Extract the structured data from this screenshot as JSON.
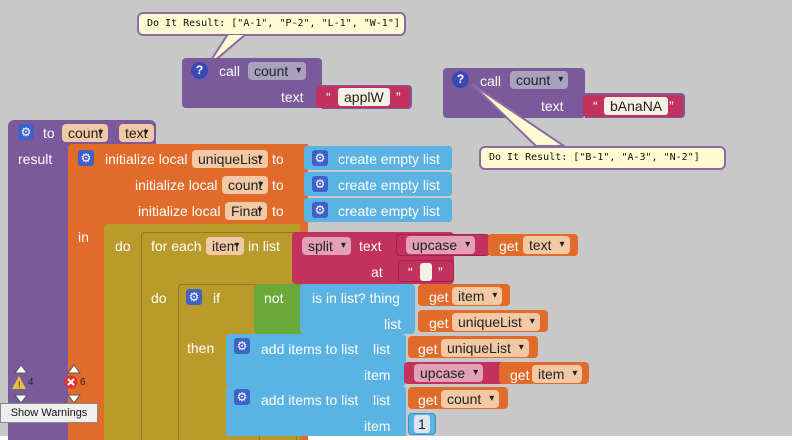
{
  "bubbles": {
    "top": "Do It Result: [\"A-1\", \"P-2\", \"L-1\", \"W-1\"]",
    "right": "Do It Result: [\"B-1\", \"A-3\", \"N-2\"]"
  },
  "call1": {
    "call_label": "call",
    "proc": "count",
    "text_label": "text",
    "value": "applW"
  },
  "call2": {
    "call_label": "call",
    "proc": "count",
    "text_label": "text",
    "value": "bAnaNA"
  },
  "proc": {
    "to_label": "to",
    "name": "count",
    "param": "text",
    "result_label": "result",
    "init_label": "initialize local",
    "to_kw": "to",
    "locals": [
      "uniqueList",
      "count",
      "Final"
    ],
    "create_empty_list": "create empty list",
    "in_label": "in",
    "do_label": "do"
  },
  "foreach": {
    "label": "for each",
    "var": "item",
    "in_list": "in list",
    "split": "split",
    "text_label": "text",
    "at_label": "at",
    "upcase": "upcase",
    "get": "get",
    "get_var": "text",
    "sep": " ",
    "do_label": "do"
  },
  "ifblock": {
    "if_label": "if",
    "not_label": "not",
    "is_in_list": "is in list? thing",
    "list_label": "list",
    "get_item": "item",
    "get_list": "uniqueList",
    "then_label": "then"
  },
  "add1": {
    "label": "add items to list",
    "list_label": "list",
    "list_var": "uniqueList",
    "item_label": "item",
    "upcase": "upcase",
    "item_var": "item"
  },
  "add2": {
    "label": "add items to list",
    "list_label": "list",
    "list_var": "count",
    "item_label": "item",
    "item_value": "1"
  },
  "warnings": {
    "warn_count": "4",
    "error_count": "6",
    "button": "Show Warnings"
  },
  "colors": {
    "procedure": "#7b5a9b",
    "local": "#e06b2b",
    "control": "#b99a2a",
    "list": "#5bb3e3",
    "text": "#c3325f",
    "logic": "#6aa83a",
    "variable": "#e06b2b"
  }
}
